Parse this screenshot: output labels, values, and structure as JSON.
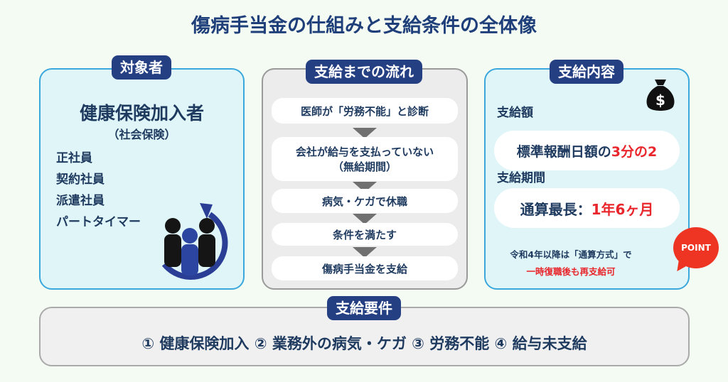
{
  "title": "傷病手当金の仕組みと支給条件の全体像",
  "target": {
    "badge": "対象者",
    "heading": "健康保険加入者",
    "sub": "（社会保険）",
    "items": [
      "正社員",
      "契約社員",
      "派遣社員",
      "パートタイマー"
    ]
  },
  "flow": {
    "badge": "支給までの流れ",
    "steps": [
      {
        "line1": "医師が「労務不能」と診断"
      },
      {
        "line1": "会社が給与を支払っていない",
        "line2": "（無給期間）"
      },
      {
        "line1": "病気・ケガで休職"
      },
      {
        "line1": "条件を満たす"
      },
      {
        "line1": "傷病手当金を支給"
      }
    ]
  },
  "benefit": {
    "badge": "支給内容",
    "amount_label": "支給額",
    "amount_text": "標準報酬日額の",
    "amount_value": "3分の2",
    "period_label": "支給期間",
    "period_text": "通算最長：",
    "period_value": "1年6ヶ月",
    "point_badge": "POINT",
    "note1": "令和4年以降は「通算方式」で",
    "note2": "一時復職後も再支給可"
  },
  "requirements": {
    "badge": "支給要件",
    "text": "① 健康保険加入 ② 業務外の病気・ケガ ③ 労務不能 ④ 給与未支給"
  },
  "colors": {
    "navy": "#243f82",
    "red": "#e8262b",
    "border": "#3aa8dd"
  }
}
